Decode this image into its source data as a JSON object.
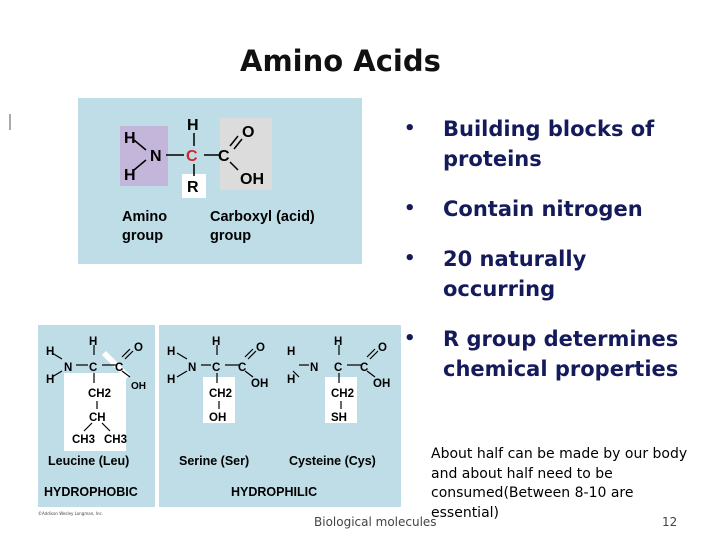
{
  "slide": {
    "title": "Amino Acids",
    "bullets": [
      "Building blocks of proteins",
      "Contain nitrogen",
      "20 naturally occurring",
      "R group determines chemical properties"
    ],
    "note": "About half can be made by our body and about half need to be consumed(Between 8-10 are essential)",
    "footer_left": "Biological molecules",
    "footer_right": "12",
    "copyright": "©Addison Wesley Longman, Inc."
  },
  "figure_top": {
    "label_amino": "Amino group",
    "label_carboxyl": "Carboxyl (acid) group",
    "atoms": {
      "H": "H",
      "N": "N",
      "C": "C",
      "O": "O",
      "OH": "OH",
      "R": "R"
    }
  },
  "figure_bottom": {
    "leucine": {
      "name": "Leucine (Leu)",
      "ch2": "CH2",
      "ch": "CH",
      "ch3": "CH3"
    },
    "serine": {
      "name": "Serine (Ser)",
      "ch2": "CH2",
      "oh": "OH"
    },
    "cysteine": {
      "name": "Cysteine (Cys)",
      "ch2": "CH2",
      "sh": "SH"
    },
    "hydrophobic": "HYDROPHOBIC",
    "hydrophilic": "HYDROPHILIC"
  },
  "colors": {
    "panel": "#bfdde6",
    "amino_box": "#c4b5da",
    "carboxyl_box": "#dcdcdc",
    "r_box": "#ffffff",
    "alpha_carbon": "#d7262a",
    "bullet_text": "#141a5a"
  }
}
